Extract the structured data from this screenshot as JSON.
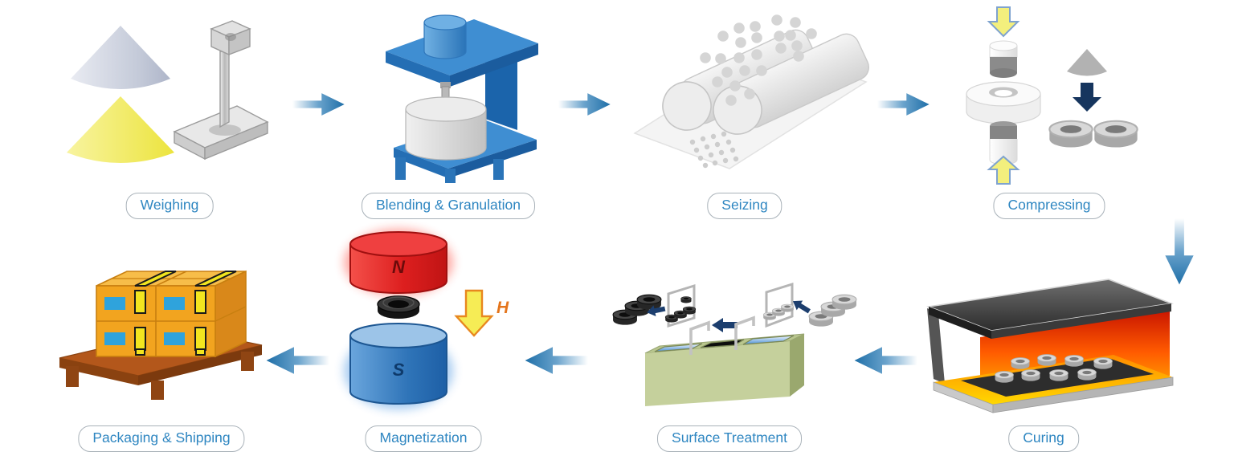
{
  "diagram": {
    "type": "process-flow",
    "subject": "magnet-manufacturing-process",
    "steps": [
      {
        "id": "weighing",
        "label": "Weighing"
      },
      {
        "id": "blending-granulation",
        "label": "Blending & Granulation"
      },
      {
        "id": "seizing",
        "label": "Seizing"
      },
      {
        "id": "compressing",
        "label": "Compressing"
      },
      {
        "id": "curing",
        "label": "Curing"
      },
      {
        "id": "surface-treatment",
        "label": "Surface Treatment"
      },
      {
        "id": "magnetization",
        "label": "Magnetization"
      },
      {
        "id": "packaging-shipping",
        "label": "Packaging & Shipping"
      }
    ],
    "flow_order": [
      "Weighing",
      "Blending & Granulation",
      "Seizing",
      "Compressing",
      "Curing",
      "Surface Treatment",
      "Magnetization",
      "Packaging & Shipping"
    ],
    "magnetization_annotations": {
      "north_pole": "N",
      "south_pole": "S",
      "magnetic_field": "H"
    },
    "colors": {
      "step_label_text": "#2e86c1",
      "step_label_border": "#a9b2b9",
      "flow_arrow_blue": "#1f6fa8",
      "machine_blue": "#2f7fc1",
      "press_arrow_yellow": "#f3ef7d",
      "press_arrow_navy": "#16355e",
      "furnace_glow_orange": "#ff7a00",
      "tank_green": "#c5d09c",
      "magnet_north_red": "#e02020",
      "magnet_south_blue": "#2a6fb4",
      "field_arrow_yellow": "#f6ec55",
      "field_label_orange": "#e4751c",
      "box_orange": "#f2a41f",
      "pallet_brown": "#b3571b",
      "powder_gray": "#c3c9d8",
      "powder_yellow": "#ece43e"
    }
  }
}
